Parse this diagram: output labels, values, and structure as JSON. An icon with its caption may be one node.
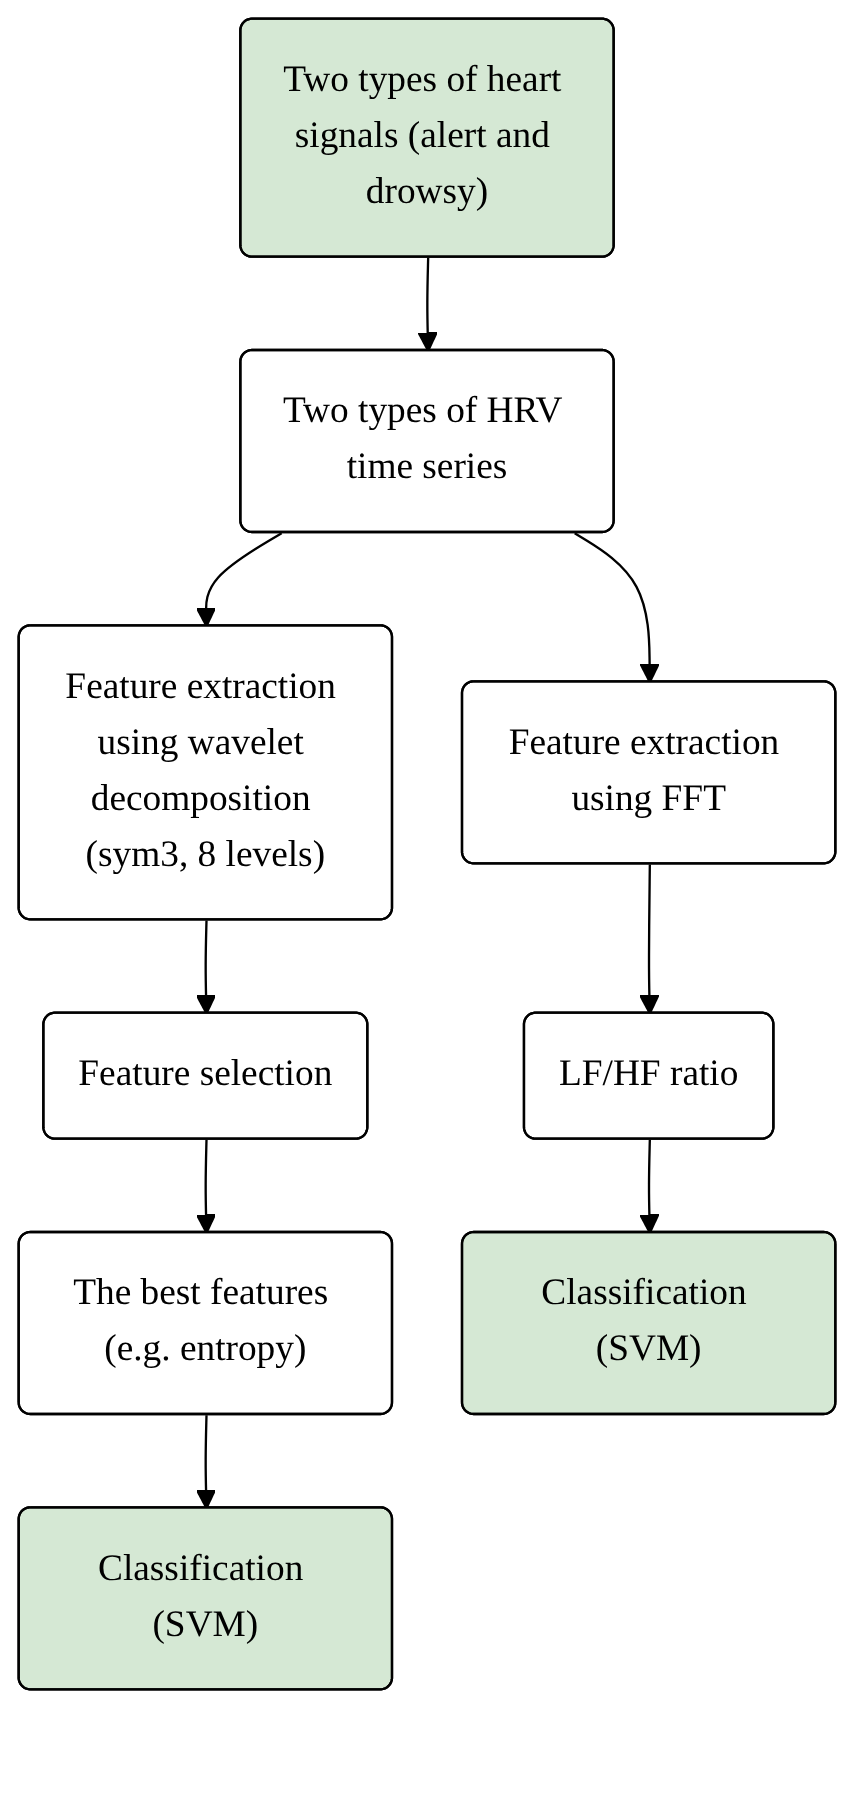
{
  "diagram": {
    "nodes": [
      {
        "text": [
          "Two types of heart signals (alert and drowsy)"
        ]
      },
      {
        "text": [
          "Two types of HRV time series"
        ]
      },
      {
        "text": [
          "Feature extraction using FFT"
        ]
      },
      {
        "text": [
          "Feature extraction using wavelet decomposition (sym3, 8 levels)"
        ]
      },
      {
        "text": [
          "Feature selection"
        ]
      },
      {
        "text": [
          "LF/HF ratio"
        ]
      },
      {
        "text": [
          "The best features (e.g. entropy)"
        ]
      },
      {
        "text": [
          "Classification (SVM)"
        ]
      },
      {
        "text": [
          "Classification (SVM)"
        ]
      }
    ],
    "edges": [
      {
        "from": 0,
        "to": 1,
        "arrow": "to"
      },
      {
        "from": 1,
        "to": 2,
        "arrow": "to"
      },
      {
        "from": 1,
        "to": 3,
        "arrow": "to"
      },
      {
        "from": 3,
        "to": 4,
        "arrow": "to"
      },
      {
        "from": 2,
        "to": 5,
        "arrow": "to"
      },
      {
        "from": 4,
        "to": 6,
        "arrow": "to"
      },
      {
        "from": 5,
        "to": 7,
        "arrow": "to"
      },
      {
        "from": 6,
        "to": 8,
        "arrow": "to"
      }
    ]
  }
}
